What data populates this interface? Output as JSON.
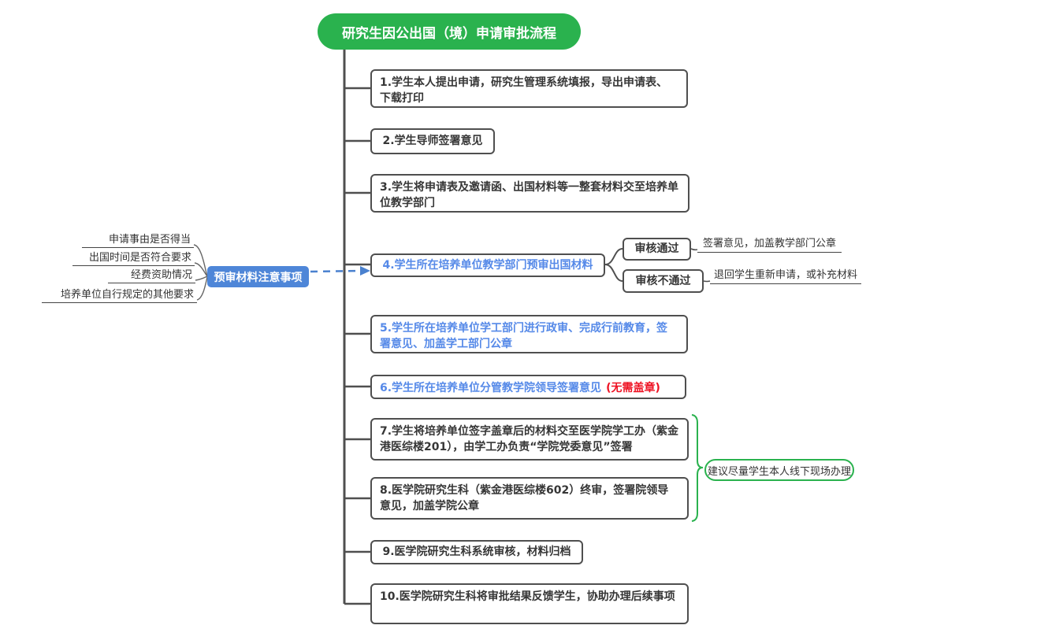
{
  "title": "研究生因公出国（境）申请审批流程",
  "steps": [
    {
      "text": "1.学生本人提出申请，研究生管理系统填报，导出申请表、下载打印"
    },
    {
      "text": "2.学生导师签署意见"
    },
    {
      "text": "3.学生将申请表及邀请函、出国材料等一整套材料交至培养单位教学部门"
    },
    {
      "text": "4.学生所在培养单位教学部门预审出国材料"
    },
    {
      "text": "5.学生所在培养单位学工部门进行政审、完成行前教育，签署意见、加盖学工部门公章"
    },
    {
      "text": "6.学生所在培养单位分管教学院领导签署意见",
      "suffix": "(无需盖章)"
    },
    {
      "text": "7.学生将培养单位签字盖章后的材料交至医学院学工办（紫金港医综楼201），由学工办负责“学院党委意见”签署"
    },
    {
      "text": "8.医学院研究生科（紫金港医综楼602）终审，签署院领导意见，加盖学院公章"
    },
    {
      "text": "9.医学院研究生科系统审核，材料归档"
    },
    {
      "text": "10.医学院研究生科将审批结果反馈学生，协助办理后续事项"
    }
  ],
  "precheck": {
    "label": "预审材料注意事项",
    "items": [
      "申请事由是否得当",
      "出国时间是否符合要求",
      "经费资助情况",
      "培养单位自行规定的其他要求"
    ]
  },
  "review": {
    "pass_label": "审核通过",
    "pass_note": "签署意见，加盖教学部门公章",
    "fail_label": "审核不通过",
    "fail_note": "退回学生重新申请，或补充材料"
  },
  "advice": "建议尽量学生本人线下现场办理",
  "colors": {
    "green": "#2ab24e",
    "node_blue_fill": "#4e86d8",
    "blue_text": "#5589e8",
    "red_text": "#ee1122",
    "line_gray": "#4f4f4f",
    "dashed_blue": "#4a81cf"
  }
}
